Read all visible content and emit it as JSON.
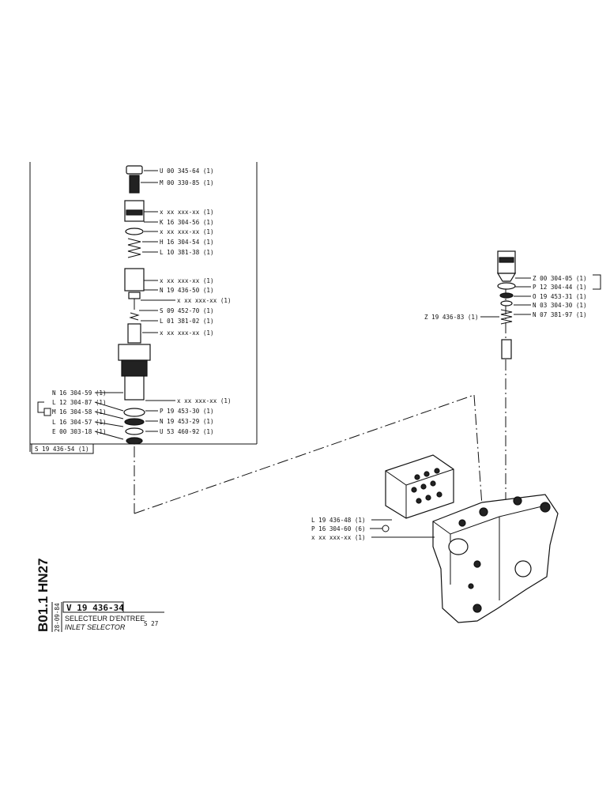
{
  "left_assembly": {
    "labels": [
      "U 00 345-64 (1)",
      "M 00 330-85 (1)",
      "x xx xxx-xx (1)",
      "K 16 304-56 (1)",
      "x xx xxx-xx (1)",
      "H 16 304-54 (1)",
      "L 10 381-38 (1)",
      "x xx xxx-xx (1)",
      "N 19 436-50 (1)",
      "x xx xxx-xx (1)",
      "S 09 452-70 (1)",
      "L 01 381-02 (1)",
      "x xx xxx-xx (1)",
      "x xx xxx-xx (1)",
      "P 19 453-30 (1)",
      "N 19 453-29 (1)",
      "U 53 460-92 (1)"
    ],
    "left_labels": [
      "N 16 304-59 (1)",
      "L 12 304-87 (1)",
      "M 16 304-58 (1)",
      "L 16 304-57 (1)",
      "E 00 303-18 (1)"
    ],
    "assembly_ref": "S 19 436-54 (1)"
  },
  "right_assembly": {
    "labels": [
      "Z 00 304-05 (1)",
      "P 12 304-44 (1)",
      "O 19 453-31 (1)",
      "N 03 304-30 (1)",
      "N 07 381-97 (1)"
    ],
    "group_label": "Z 19 436-83 (1)"
  },
  "block_labels": [
    "L 19 436-48 (1)",
    "P 16 304-60 (6)",
    "x xx xxx-xx (1)"
  ],
  "title_block": {
    "side_code_1": "HN27",
    "side_code_2": "B01.1",
    "catalog_number": "V 19 436-34",
    "date": "28-09-84",
    "title_fr": "SELECTEUR D'ENTREE",
    "title_en": "INLET SELECTOR",
    "model": "S 27"
  }
}
